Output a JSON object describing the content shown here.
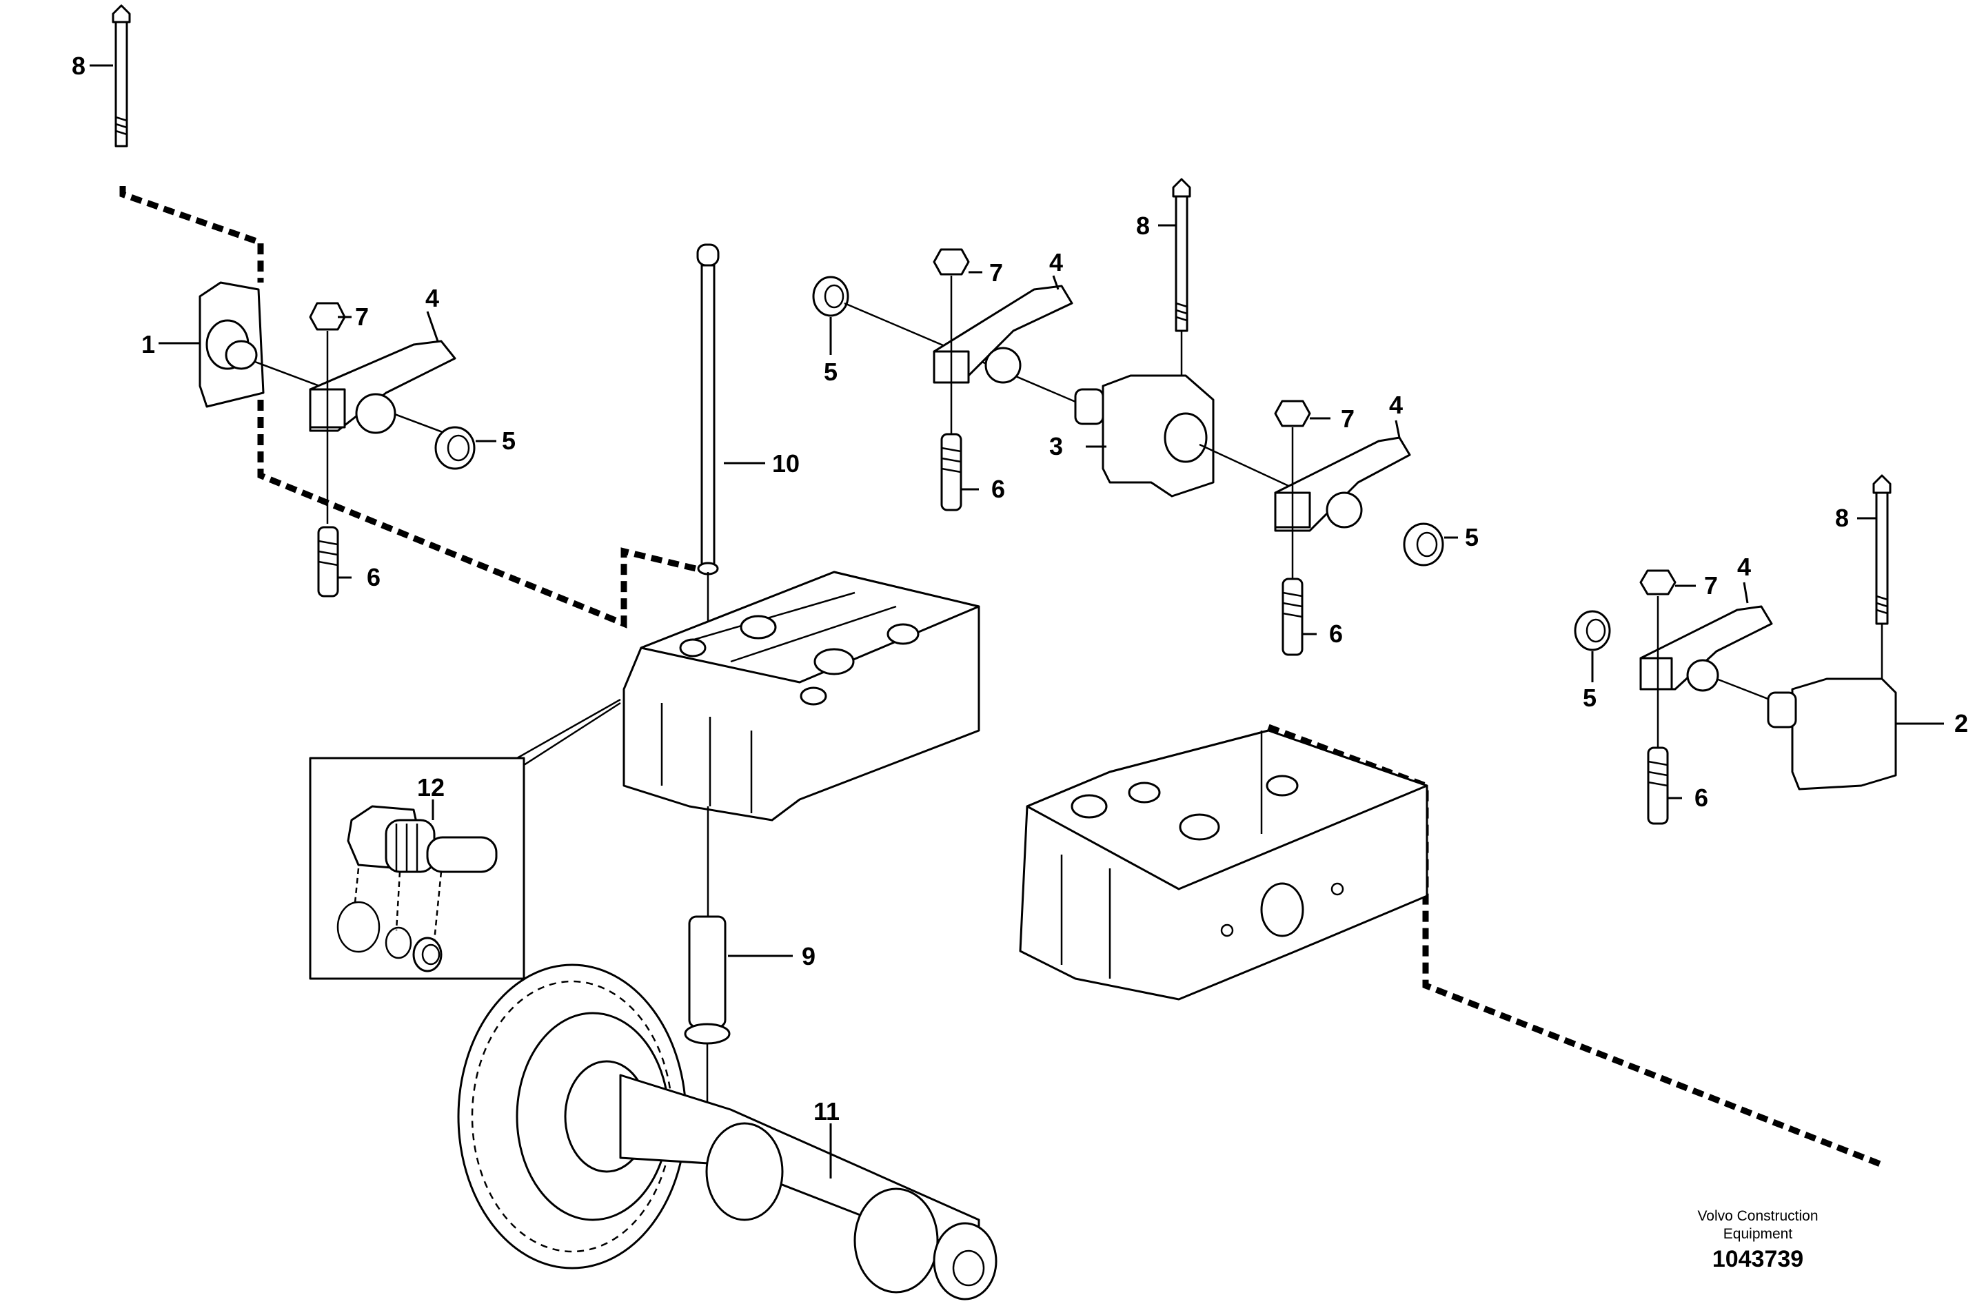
{
  "callouts": {
    "c1": "1",
    "c2": "2",
    "c3": "3",
    "c4a": "4",
    "c4b": "4",
    "c4c": "4",
    "c4d": "4",
    "c5a": "5",
    "c5b": "5",
    "c5c": "5",
    "c5d": "5",
    "c6a": "6",
    "c6b": "6",
    "c6c": "6",
    "c6d": "6",
    "c7a": "7",
    "c7b": "7",
    "c7c": "7",
    "c7d": "7",
    "c8a": "8",
    "c8b": "8",
    "c8c": "8",
    "c9": "9",
    "c10": "10",
    "c11": "11",
    "c12": "12"
  },
  "footer": {
    "credit_line1": "Volvo Construction",
    "credit_line2": "Equipment",
    "document_number": "1043739"
  }
}
